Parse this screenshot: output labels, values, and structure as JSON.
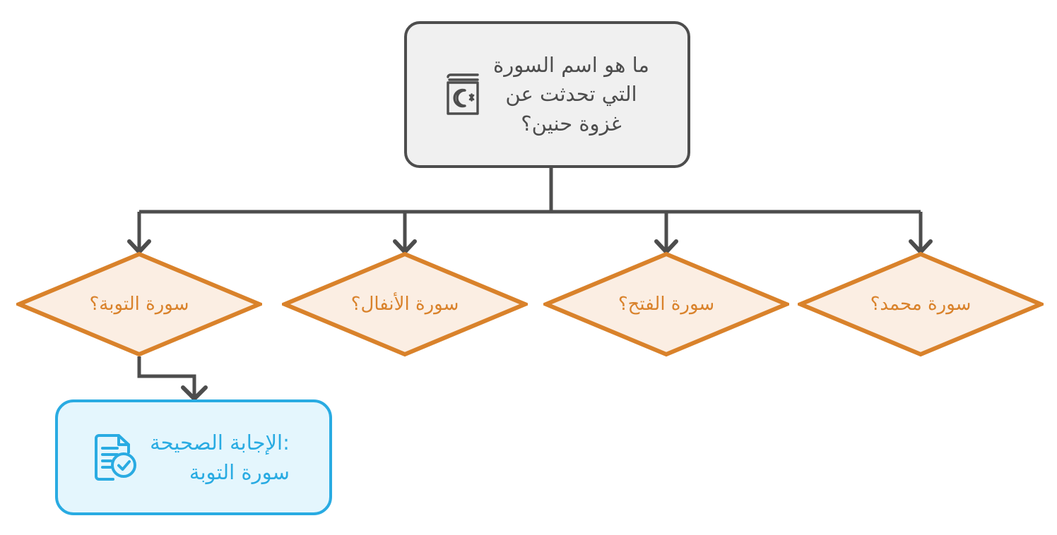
{
  "diagram": {
    "type": "decision-flowchart",
    "language": "ar",
    "direction": "rtl",
    "colors": {
      "question_border": "#4D4D4D",
      "question_fill": "#F0F0F0",
      "option_border": "#D9822B",
      "option_fill": "#FBEEE3",
      "option_text": "#D9822B",
      "answer_border": "#29ABE2",
      "answer_fill": "#E4F6FD",
      "answer_text": "#29ABE2",
      "connector": "#4D4D4D",
      "background": "#FFFFFF"
    }
  },
  "question": {
    "text": "ما هو اسم السورة\nالتي تحدثت عن\nغزوة حنين؟",
    "icon": "quran-book-icon"
  },
  "options": [
    {
      "label": "سورة التوبة؟",
      "correct": true
    },
    {
      "label": "سورة الأنفال؟",
      "correct": false
    },
    {
      "label": "سورة الفتح؟",
      "correct": false
    },
    {
      "label": "سورة محمد؟",
      "correct": false
    }
  ],
  "answer": {
    "heading": ":الإجابة الصحيحة",
    "value": "سورة التوبة",
    "text": ":الإجابة الصحيحة\nسورة التوبة",
    "icon": "document-check-icon"
  }
}
